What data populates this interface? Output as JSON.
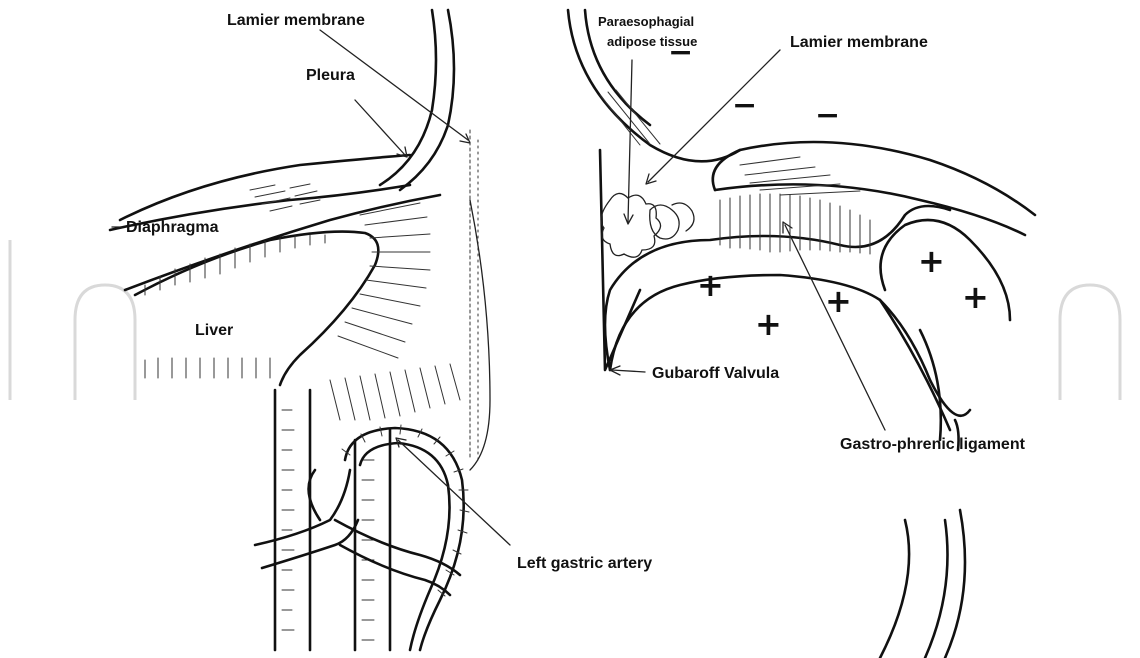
{
  "labels": {
    "lamier_membrane_left": "Lamier membrane",
    "pleura": "Pleura",
    "diaphragma": "Diaphragma",
    "liver": "Liver",
    "left_gastric_artery": "Left gastric artery",
    "paraesophagial_line1": "Paraesophagial",
    "paraesophagial_line2": "adipose tissue",
    "lamier_membrane_right": "Lamier membrane",
    "gubaroff_valvula": "Gubaroff Valvula",
    "gastro_phrenic_ligament": "Gastro-phrenic ligament"
  },
  "signs": {
    "minus": "−",
    "plus": "+"
  }
}
